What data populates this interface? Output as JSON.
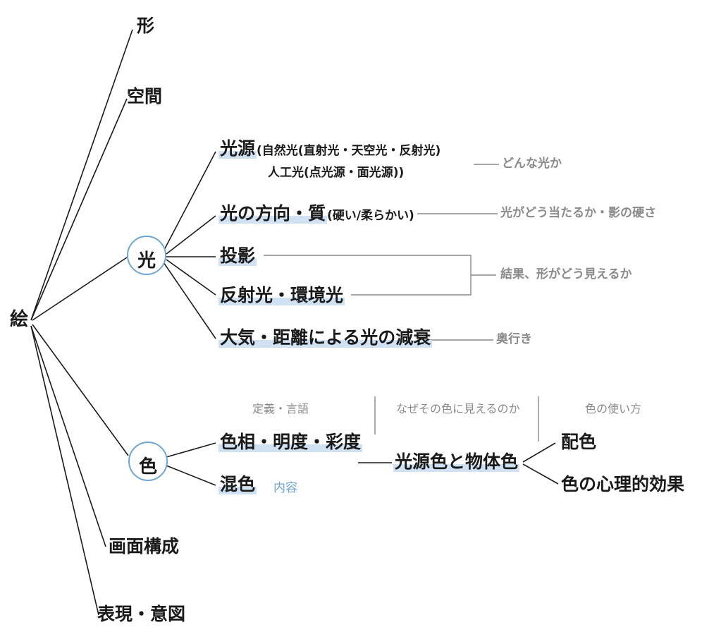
{
  "root": "絵",
  "level1": {
    "form": "形",
    "space": "空間",
    "light": "光",
    "color": "色",
    "composition": "画面構成",
    "expression": "表現・意図"
  },
  "light_items": {
    "source_main": "光源",
    "source_natural": "(自然光(直射光・天空光・反射光)",
    "source_artificial": "人工光(点光源・面光源))",
    "direction_main": "光の方向・質",
    "direction_sub": "(硬い/柔らかい)",
    "cast_shadow": "投影",
    "reflection": "反射光・環境光",
    "attenuation": "大気・距離による光の減衰"
  },
  "light_notes": {
    "what_light": "どんな光か",
    "how_hit": "光がどう当たるか・影の硬さ",
    "result": "結果、形がどう見えるか",
    "depth": "奥行き"
  },
  "color_items": {
    "hue_value_chroma": "色相・明度・彩度",
    "mixing": "混色",
    "content_tag": "内容",
    "source_object_color": "光源色と物体色",
    "color_scheme": "配色",
    "color_psychology": "色の心理的効果"
  },
  "color_headers": {
    "definition": "定義・言語",
    "why_seen": "なぜその色に見えるのか",
    "how_to_use": "色の使い方"
  },
  "colors": {
    "line": "#1a1a1a",
    "note_line": "#8a8a8a",
    "accent": "#6ea5d8",
    "highlight": "#cfe1f2"
  }
}
